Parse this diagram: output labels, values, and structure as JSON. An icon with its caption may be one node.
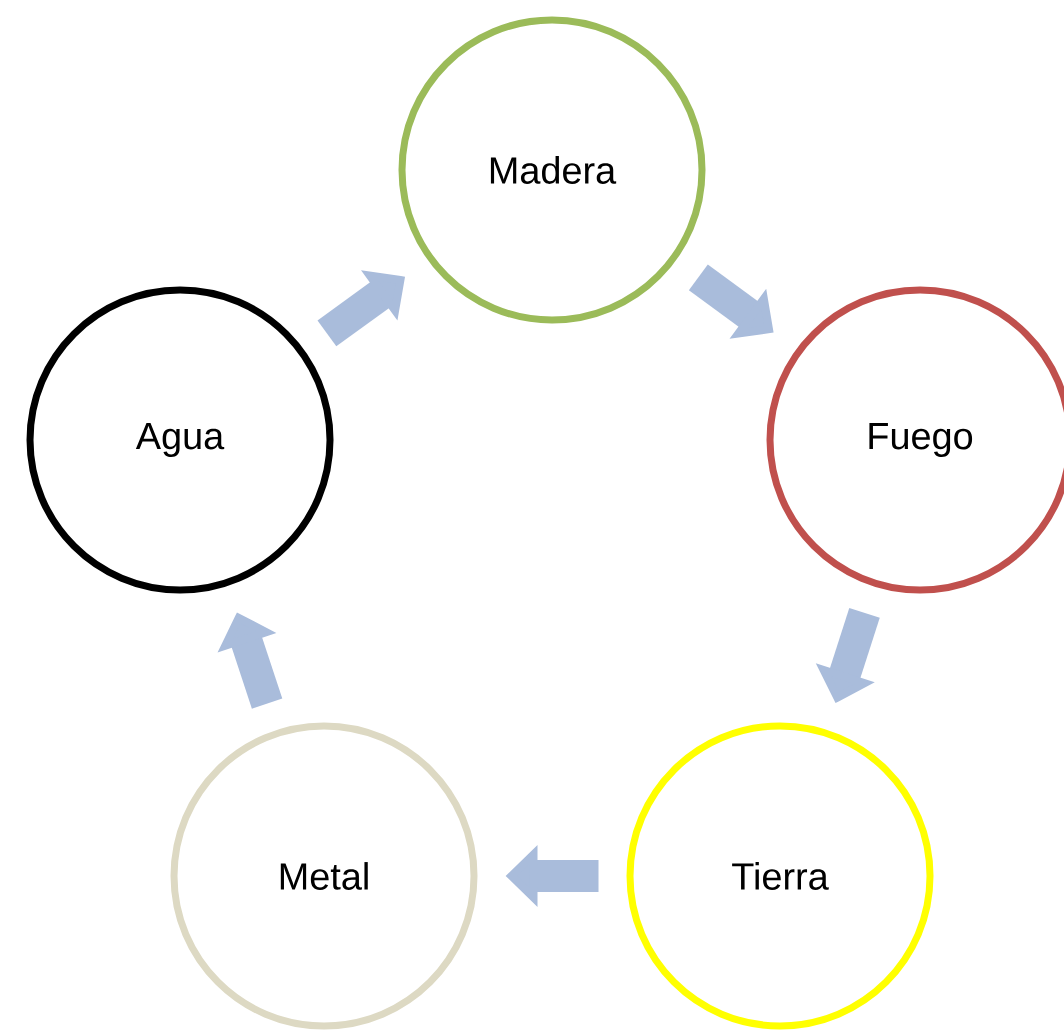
{
  "diagram": {
    "nodes": [
      {
        "text": [
          "Madera"
        ]
      },
      {
        "text": [
          "Fuego"
        ]
      },
      {
        "text": [
          "Tierra"
        ]
      },
      {
        "text": [
          "Metal"
        ]
      },
      {
        "text": [
          "Agua"
        ]
      }
    ],
    "edges": [
      {
        "from": 0,
        "to": 1,
        "arrow": "to"
      },
      {
        "from": 1,
        "to": 2,
        "arrow": "to"
      },
      {
        "from": 2,
        "to": 3,
        "arrow": "to"
      },
      {
        "from": 3,
        "to": 4,
        "arrow": "to"
      },
      {
        "from": 4,
        "to": 0,
        "arrow": "to"
      }
    ]
  }
}
